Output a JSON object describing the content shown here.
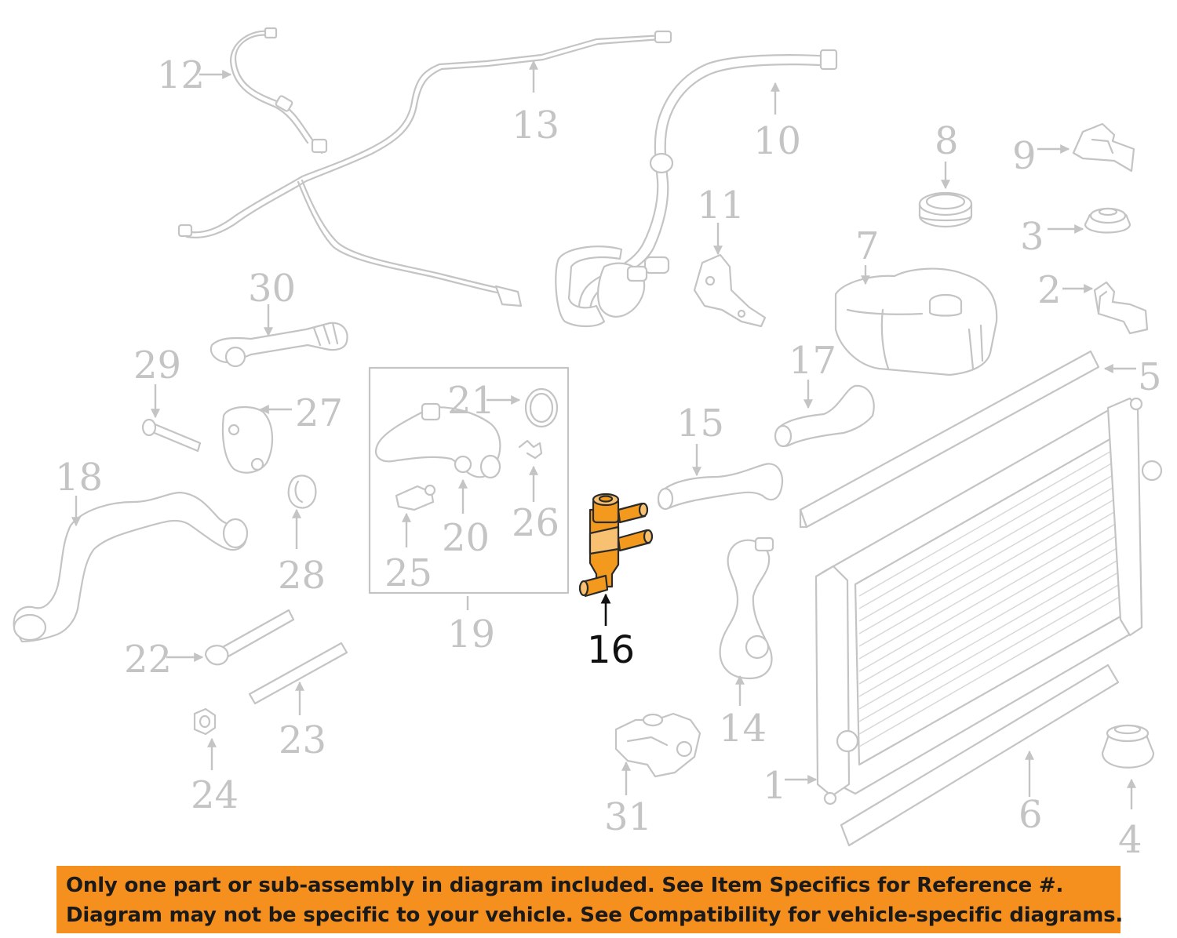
{
  "diagram": {
    "highlight_color": "#f39a1e",
    "callout_color": "#c4c4c4",
    "highlighted_part": "16",
    "callouts": [
      "1",
      "2",
      "3",
      "4",
      "5",
      "6",
      "7",
      "8",
      "9",
      "10",
      "11",
      "12",
      "13",
      "14",
      "15",
      "16",
      "17",
      "18",
      "19",
      "20",
      "21",
      "22",
      "23",
      "24",
      "25",
      "26",
      "27",
      "28",
      "29",
      "30",
      "31"
    ]
  },
  "banner": {
    "background": "#f5901e",
    "line1": "Only one part or sub-assembly in diagram included. See Item Specifics for Reference #.",
    "line2": "Diagram may not be specific to your vehicle. See Compatibility for vehicle-specific diagrams."
  }
}
